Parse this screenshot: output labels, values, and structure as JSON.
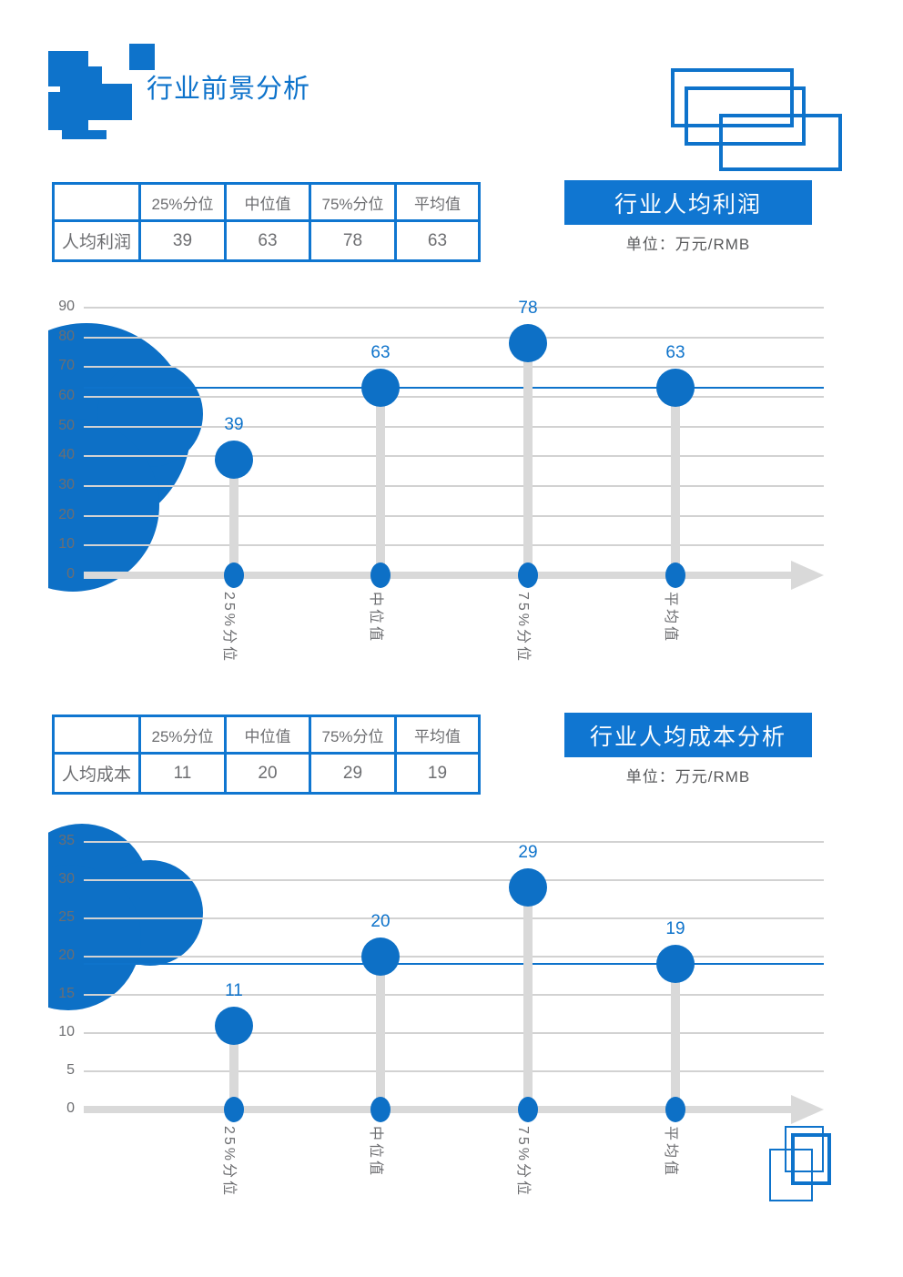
{
  "page": {
    "title": "行业前景分析"
  },
  "colors": {
    "accent_blue": "#0e73cb",
    "banner_blue": "#1076d1",
    "table_border_blue": "#0f76d0",
    "text_gray": "#6d6e71",
    "unit_text_gray": "#58595b",
    "stem_gray": "#d9d9d9",
    "grid_gray": "#d2d2d2"
  },
  "decorations": {
    "header_mosaic": "pixel-mosaic-icon",
    "top_right": "overlapping-rectangles-outline",
    "bottom_right": "overlapping-squares-outline",
    "chart_blobs": "blue-bubble-cluster"
  },
  "sections": [
    {
      "banner_title": "行业人均利润",
      "unit_label": "单位：万元/RMB",
      "table": {
        "headers": [
          "",
          "25%分位",
          "中位值",
          "75%分位",
          "平均值"
        ],
        "row_label": "人均利润",
        "values": [
          "39",
          "63",
          "78",
          "63"
        ]
      }
    },
    {
      "banner_title": "行业人均成本分析",
      "unit_label": "单位：万元/RMB",
      "table": {
        "headers": [
          "",
          "25%分位",
          "中位值",
          "75%分位",
          "平均值"
        ],
        "row_label": "人均成本",
        "values": [
          "11",
          "20",
          "29",
          "19"
        ]
      }
    }
  ],
  "chart_data": [
    {
      "type": "lollipop",
      "title": "行业人均利润",
      "unit": "万元/RMB",
      "categories": [
        "25%分位",
        "中位值",
        "75%分位",
        "平均值"
      ],
      "values": [
        39,
        63,
        78,
        63
      ],
      "ylim": [
        0,
        90
      ],
      "ytick_step": 10,
      "avg_line_value": 63,
      "grid": true,
      "legend": "none",
      "xlabel": "",
      "ylabel": ""
    },
    {
      "type": "lollipop",
      "title": "行业人均成本分析",
      "unit": "万元/RMB",
      "categories": [
        "25%分位",
        "中位值",
        "75%分位",
        "平均值"
      ],
      "values": [
        11,
        20,
        29,
        19
      ],
      "ylim": [
        0,
        35
      ],
      "ytick_step": 5,
      "avg_line_value": 19,
      "grid": true,
      "legend": "none",
      "xlabel": "",
      "ylabel": ""
    }
  ]
}
